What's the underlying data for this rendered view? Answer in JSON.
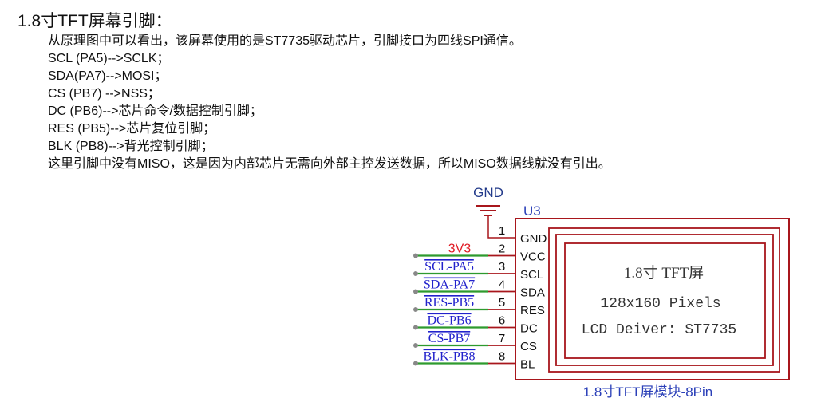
{
  "heading": "1.8寸TFT屏幕引脚：",
  "description_lines": [
    "从原理图中可以看出，该屏幕使用的是ST7735驱动芯片，引脚接口为四线SPI通信。",
    "SCL (PA5)-->SCLK；",
    "SDA(PA7)-->MOSI；",
    "CS (PB7) -->NSS；",
    "DC (PB6)-->芯片命令/数据控制引脚；",
    "RES (PB5)-->芯片复位引脚；",
    "BLK (PB8)-->背光控制引脚；",
    "这里引脚中没有MISO，这是因为内部芯片无需向外部主控发送数据，所以MISO数据线就没有引出。"
  ],
  "schematic": {
    "ground_label": "GND",
    "ref_designator": "U3",
    "module_caption": "1.8寸TFT屏模块-8Pin",
    "screen_text": [
      "1.8寸 TFT屏",
      "128x160 Pixels",
      "LCD Deiver: ST7735"
    ],
    "pins": [
      {
        "number": "1",
        "name": "GND",
        "net": ""
      },
      {
        "number": "2",
        "name": "VCC",
        "net": "3V3"
      },
      {
        "number": "3",
        "name": "SCL",
        "net": "SCL-PA5"
      },
      {
        "number": "4",
        "name": "SDA",
        "net": "SDA-PA7"
      },
      {
        "number": "5",
        "name": "RES",
        "net": "RES-PB5"
      },
      {
        "number": "6",
        "name": "DC",
        "net": "DC-PB6"
      },
      {
        "number": "7",
        "name": "CS",
        "net": "CS-PB7"
      },
      {
        "number": "8",
        "name": "BL",
        "net": "BLK-PB8"
      }
    ]
  },
  "colors": {
    "component": "#a8161c",
    "net_label": "#2222cc",
    "power_label": "#e01b24",
    "wire": "#2e9a2e",
    "junction": "#888888",
    "caption": "#2a3fb8",
    "ground_text": "#223a8a"
  }
}
